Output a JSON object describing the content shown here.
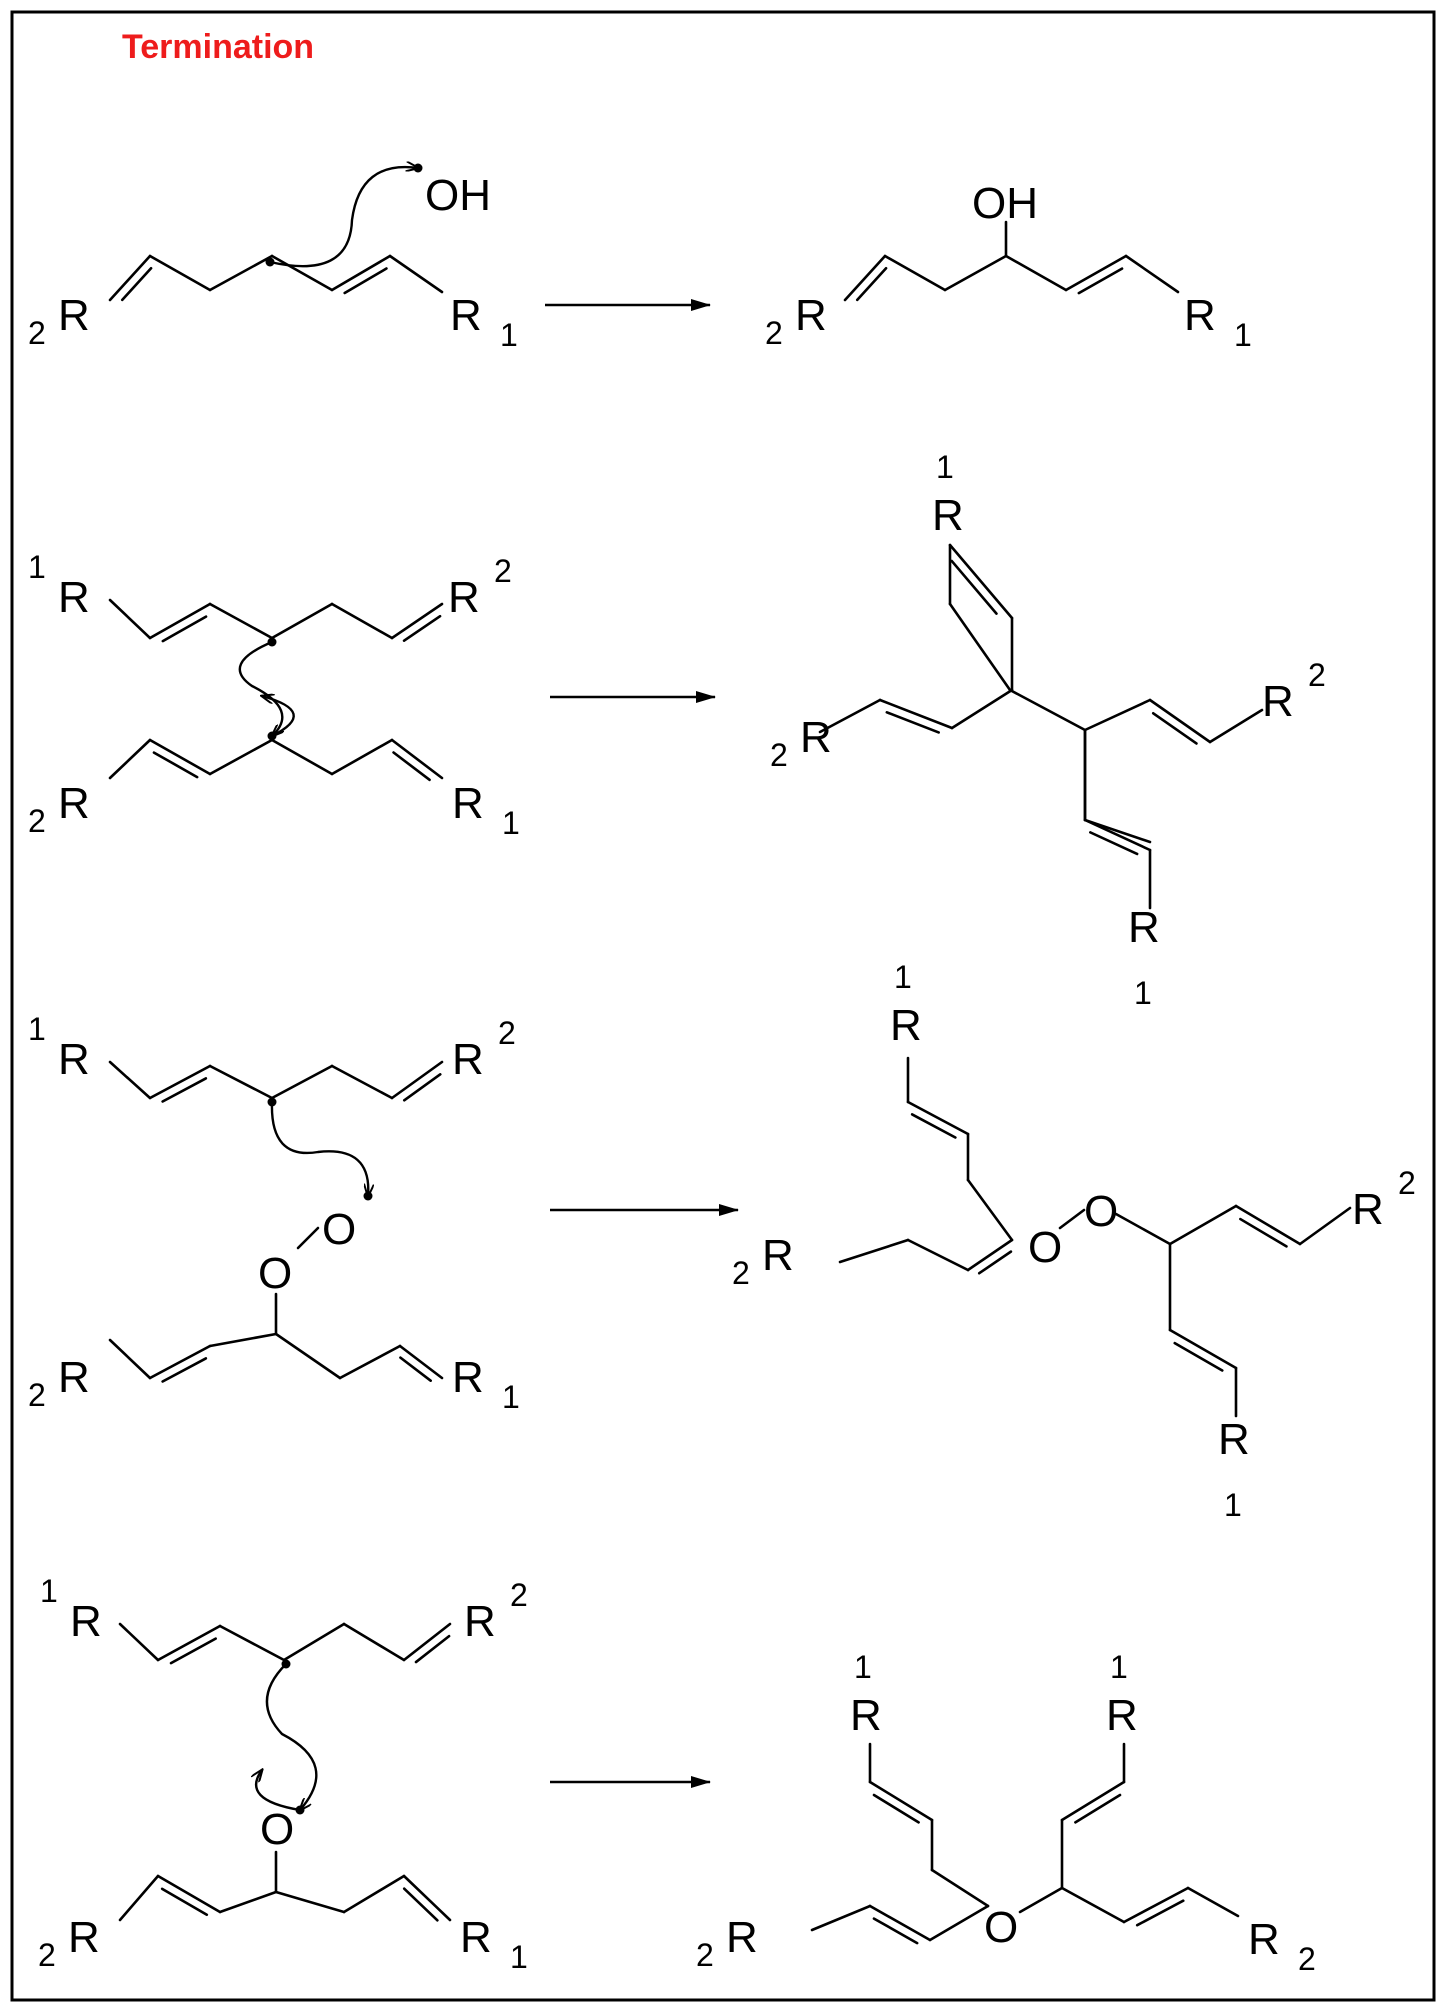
{
  "title": "Termination",
  "title_color": "#ee1c1c",
  "labels": {
    "R": "R",
    "sub1": "1",
    "sub2": "2",
    "OH": "OH",
    "O": "O"
  }
}
